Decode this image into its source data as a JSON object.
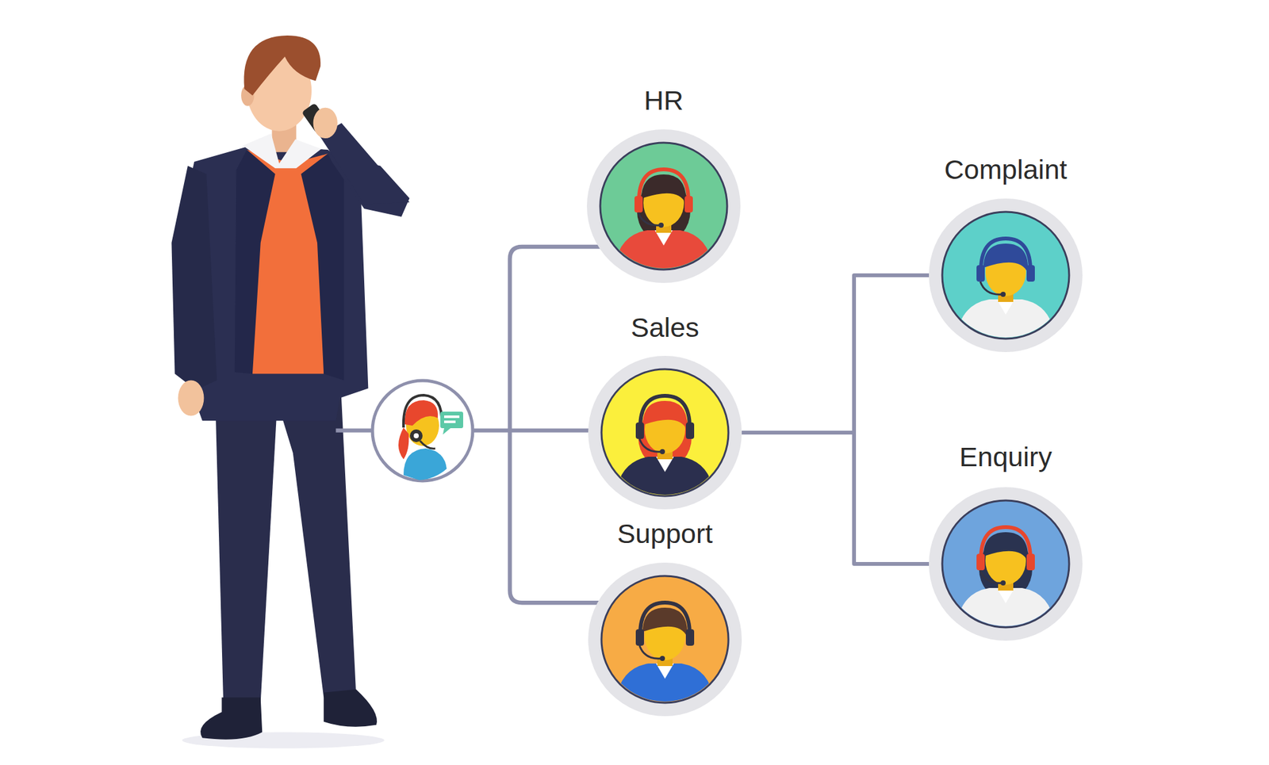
{
  "diagram": {
    "nodes": [
      {
        "text": [
          "HR"
        ]
      },
      {
        "text": [
          "Sales"
        ]
      },
      {
        "text": [
          "Support"
        ]
      },
      {
        "text": [
          "Complaint"
        ]
      },
      {
        "text": [
          "Enquiry"
        ]
      }
    ],
    "edges": [
      {
        "from": 1,
        "to": 3,
        "arrow": "none"
      },
      {
        "from": 1,
        "to": 4,
        "arrow": "none"
      }
    ]
  }
}
